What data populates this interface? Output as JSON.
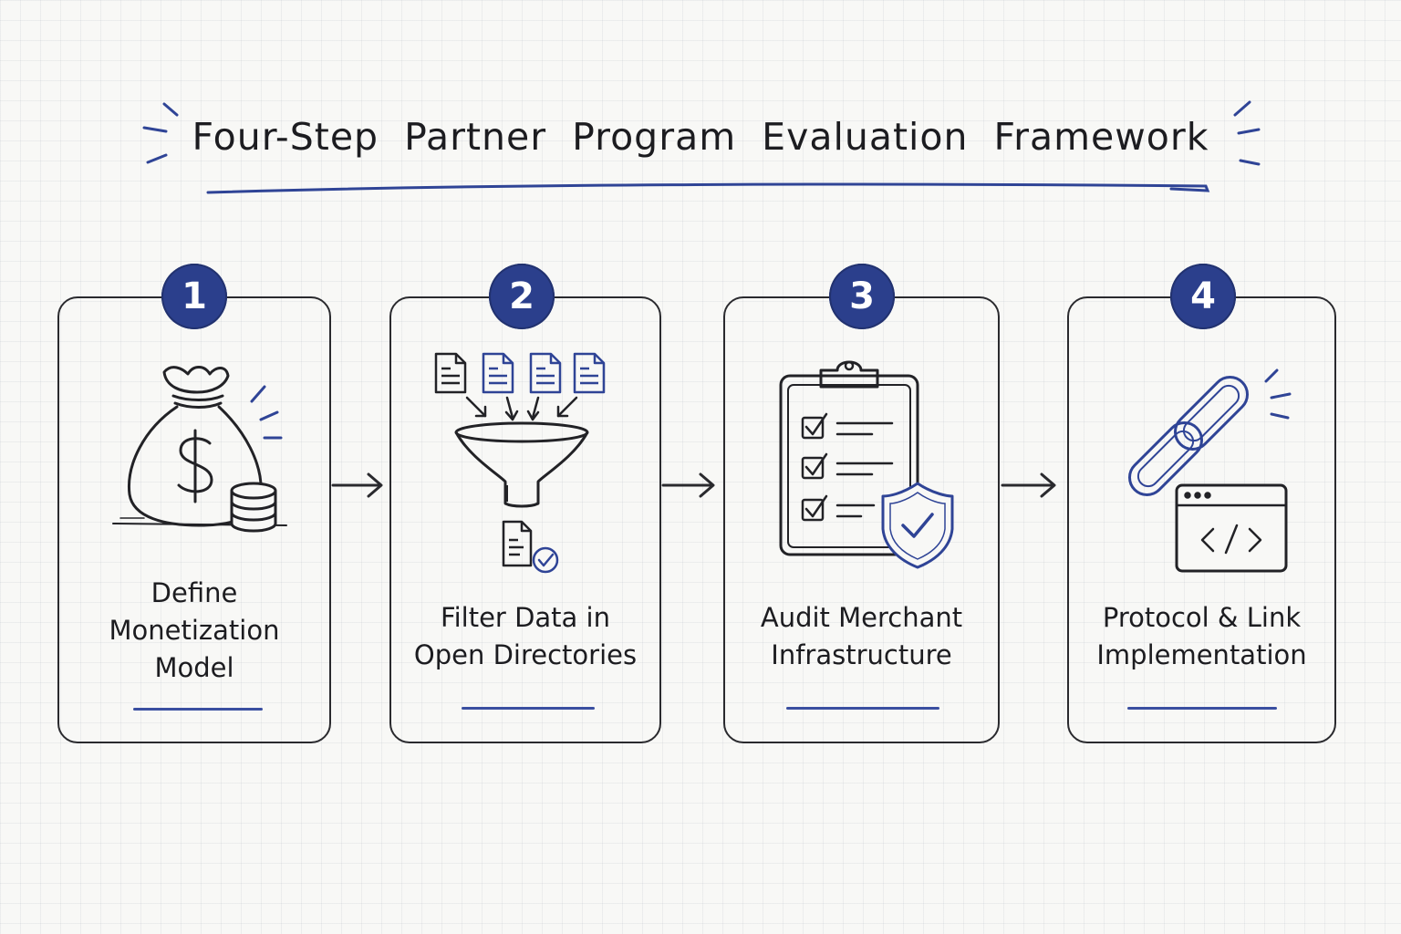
{
  "title": "Four-Step Partner Program Evaluation Framework",
  "colors": {
    "accent": "#2b3f8c",
    "ink": "#1f1f22",
    "paper": "#f8f8f6"
  },
  "steps": [
    {
      "number": "1",
      "label": "Define\nMonetization\nModel",
      "icon": "money-bag-icon"
    },
    {
      "number": "2",
      "label": "Filter Data in\nOpen Directories",
      "icon": "funnel-icon"
    },
    {
      "number": "3",
      "label": "Audit Merchant\nInfrastructure",
      "icon": "clipboard-shield-icon"
    },
    {
      "number": "4",
      "label": "Protocol & Link\nImplementation",
      "icon": "link-code-icon"
    }
  ]
}
